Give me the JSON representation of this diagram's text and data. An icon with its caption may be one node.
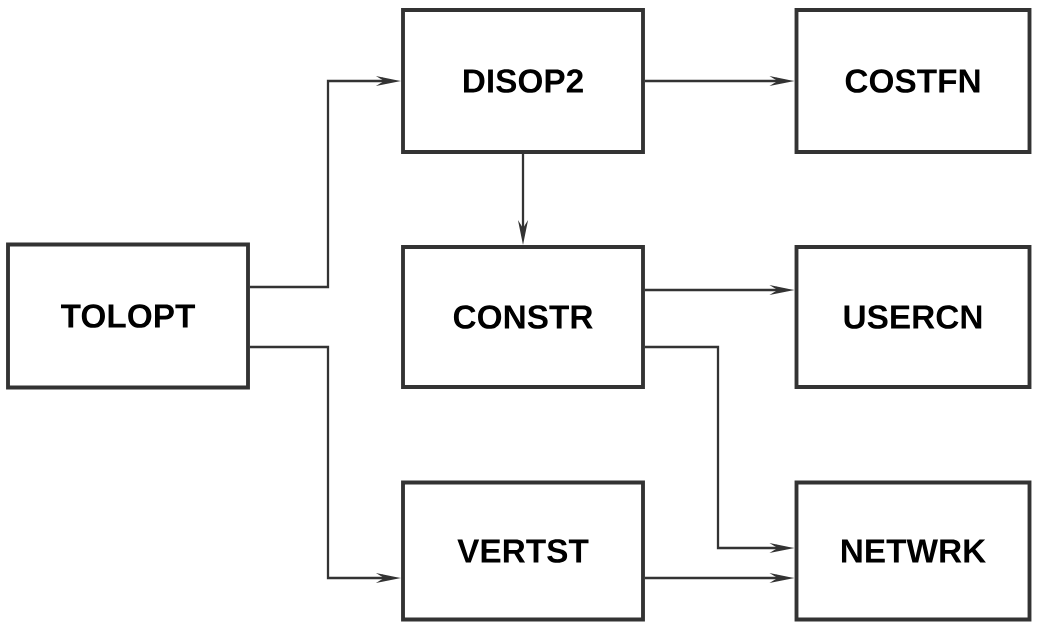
{
  "diagram": {
    "nodes": [
      {
        "text": [
          "TOLOPT"
        ]
      },
      {
        "text": [
          "DISOP2"
        ]
      },
      {
        "text": [
          "COSTFN"
        ]
      },
      {
        "text": [
          "CONSTR"
        ]
      },
      {
        "text": [
          "USERCN"
        ]
      },
      {
        "text": [
          "VERTST"
        ]
      },
      {
        "text": [
          "NETWRK"
        ]
      }
    ],
    "edges": [
      {
        "from": 0,
        "to": 1,
        "arrow": "to"
      },
      {
        "from": 1,
        "to": 2,
        "arrow": "to"
      },
      {
        "from": 1,
        "to": 3,
        "arrow": "to"
      },
      {
        "from": 3,
        "to": 4,
        "arrow": "to"
      },
      {
        "from": 3,
        "to": 6,
        "arrow": "to"
      },
      {
        "from": 0,
        "to": 5,
        "arrow": "to"
      },
      {
        "from": 5,
        "to": 6,
        "arrow": "to"
      }
    ]
  }
}
